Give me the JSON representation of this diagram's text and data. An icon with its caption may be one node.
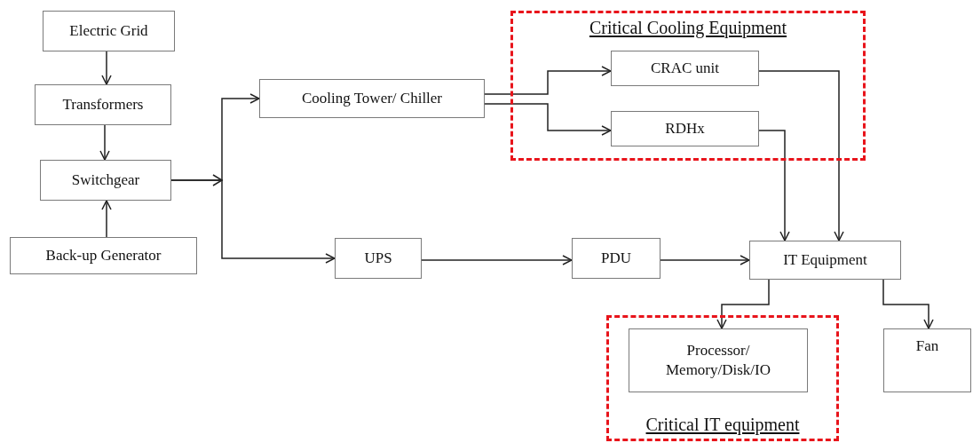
{
  "diagram": {
    "nodes": [
      {
        "text": [
          "Electric Grid"
        ]
      },
      {
        "text": [
          "Transformers"
        ]
      },
      {
        "text": [
          "Switchgear"
        ]
      },
      {
        "text": [
          "Back-up Generator"
        ]
      },
      {
        "text": [
          "Cooling Tower/ Chiller"
        ]
      },
      {
        "text": [
          "UPS"
        ]
      },
      {
        "text": [
          "PDU"
        ]
      },
      {
        "text": [
          "IT Equipment"
        ]
      },
      {
        "text": [
          "Critical Cooling Equipment"
        ]
      },
      {
        "text": [
          "CRAC unit"
        ],
        "in": 8
      },
      {
        "text": [
          "RDHx"
        ],
        "in": 8
      },
      {
        "text": [
          "Critical IT equipment"
        ]
      },
      {
        "text": [
          "Processor/ Memory/Disk/IO"
        ],
        "in": 11
      },
      {
        "text": [
          "Fan"
        ]
      }
    ],
    "edges": [
      {
        "from": 0,
        "to": 1,
        "arrow": "to"
      },
      {
        "from": 1,
        "to": 2,
        "arrow": "to"
      },
      {
        "from": 3,
        "to": 2,
        "arrow": "to"
      },
      {
        "from": 2,
        "to": 4,
        "arrow": "to"
      },
      {
        "from": 2,
        "to": 5,
        "arrow": "to"
      },
      {
        "from": 4,
        "to": 9,
        "arrow": "to"
      },
      {
        "from": 4,
        "to": 10,
        "arrow": "to"
      },
      {
        "from": 9,
        "to": 7,
        "arrow": "to"
      },
      {
        "from": 10,
        "to": 7,
        "arrow": "to"
      },
      {
        "from": 5,
        "to": 6,
        "arrow": "to"
      },
      {
        "from": 6,
        "to": 7,
        "arrow": "to"
      },
      {
        "from": 7,
        "to": 12,
        "arrow": "to"
      },
      {
        "from": 7,
        "to": 13,
        "arrow": "to"
      }
    ]
  }
}
